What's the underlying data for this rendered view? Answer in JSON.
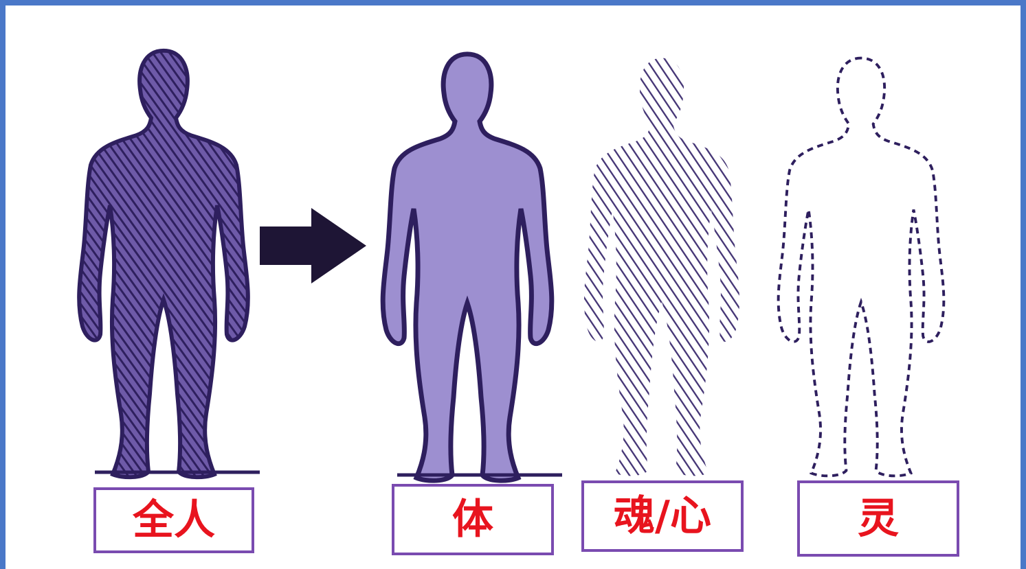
{
  "labels": {
    "whole_person": "全人",
    "body": "体",
    "soul": "魂/心",
    "spirit": "灵"
  },
  "colors": {
    "frame": "#4a78c8",
    "figure_dark": "#3a2a6e",
    "figure_fill": "#9d8fd0",
    "figure_outline": "#2e1f5e",
    "label_text": "#e8141e",
    "label_border": "#7a4bb0"
  },
  "icons": {
    "arrow": "right-arrow-icon"
  }
}
